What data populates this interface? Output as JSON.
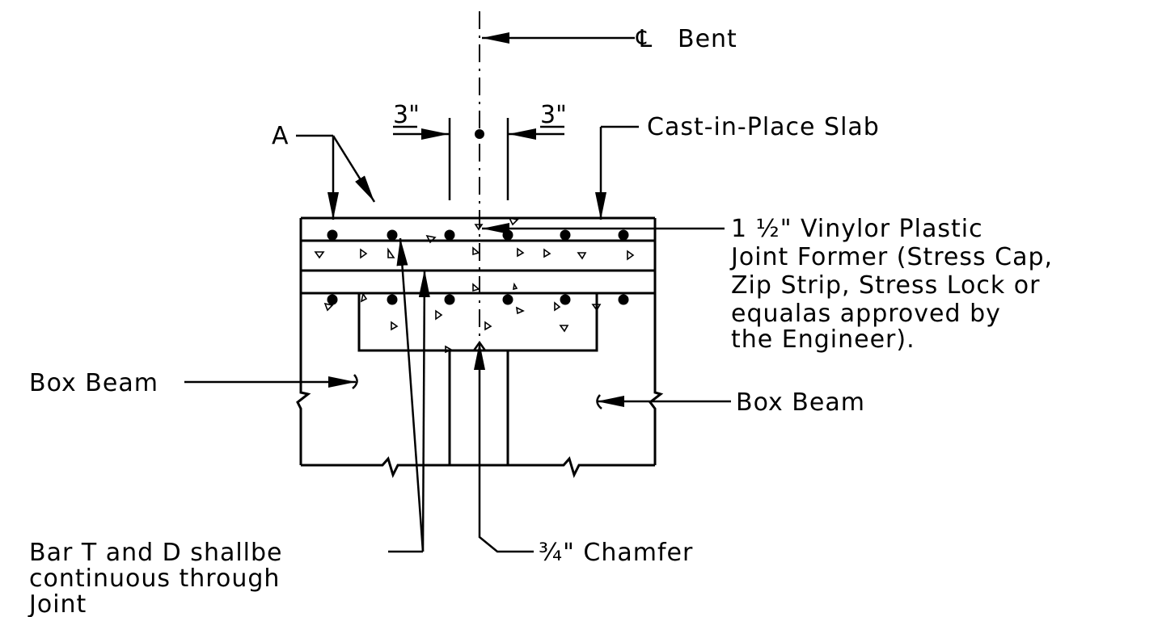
{
  "labels": {
    "centerline_symbol": "℄",
    "centerline": "Bent",
    "dim_left": "3\"",
    "dim_right": "3\"",
    "point_a": "A",
    "slab": "Cast-in-Place Slab",
    "joint_former": [
      "1 ½\" Vinylor Plastic",
      "Joint Former (Stress Cap,",
      "Zip Strip, Stress Lock or",
      "equalas approved by",
      "the Engineer)."
    ],
    "box_beam_left": "Box Beam",
    "box_beam_right": "Box Beam",
    "bar_note": [
      "Bar T and D shallbe",
      "continuous through",
      "Joint"
    ],
    "chamfer": "¾\" Chamfer"
  }
}
